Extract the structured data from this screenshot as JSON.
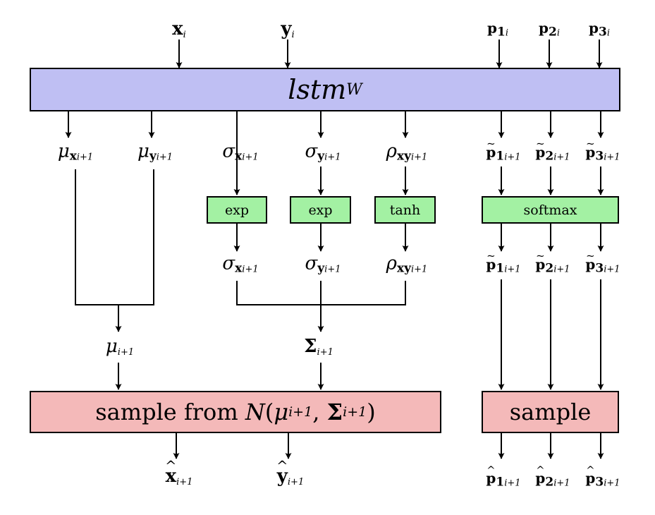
{
  "lstm": {
    "name": "lstm",
    "subscript": "W"
  },
  "inputs": [
    {
      "base": "x",
      "sub": "i"
    },
    {
      "base": "y",
      "sub": "i"
    },
    {
      "base": "p",
      "bsub": "1",
      "sub": "i"
    },
    {
      "base": "p",
      "bsub": "2",
      "sub": "i"
    },
    {
      "base": "p",
      "bsub": "3",
      "sub": "i"
    }
  ],
  "raw_outputs": [
    {
      "base": "μ",
      "bsub": "x",
      "sub": "i+1"
    },
    {
      "base": "μ",
      "bsub": "y",
      "sub": "i+1"
    },
    {
      "base": "σ",
      "bsub": "x",
      "sub": "i+1"
    },
    {
      "base": "σ",
      "bsub": "y",
      "sub": "i+1"
    },
    {
      "base": "ρ",
      "bsub": "xy",
      "sub": "i+1"
    },
    {
      "base": "p",
      "bsub": "1",
      "sub": "i+1"
    },
    {
      "base": "p",
      "bsub": "2",
      "sub": "i+1"
    },
    {
      "base": "p",
      "bsub": "3",
      "sub": "i+1"
    }
  ],
  "ops": {
    "exp_x": "exp",
    "exp_y": "exp",
    "tanh": "tanh",
    "softmax": "softmax"
  },
  "transformed": [
    {
      "base": "σ",
      "bsub": "x",
      "sub": "i+1"
    },
    {
      "base": "σ",
      "bsub": "y",
      "sub": "i+1"
    },
    {
      "base": "ρ",
      "bsub": "xy",
      "sub": "i+1"
    },
    {
      "base": "p",
      "bsub": "1",
      "sub": "i+1"
    },
    {
      "base": "p",
      "bsub": "2",
      "sub": "i+1"
    },
    {
      "base": "p",
      "bsub": "3",
      "sub": "i+1"
    }
  ],
  "mu": {
    "base": "μ",
    "sub": "i+1"
  },
  "sigma": {
    "base": "Σ",
    "sub": "i+1"
  },
  "sample_gaussian": {
    "prefix": "sample from ",
    "dist": "N",
    "mu": "μ",
    "mu_sub": "i+1",
    "sigma": "Σ",
    "sigma_sub": "i+1"
  },
  "sample_pen": "sample",
  "outputs": [
    {
      "base": "x",
      "sub": "i+1"
    },
    {
      "base": "y",
      "sub": "i+1"
    },
    {
      "base": "p",
      "bsub": "1",
      "sub": "i+1"
    },
    {
      "base": "p",
      "bsub": "2",
      "sub": "i+1"
    },
    {
      "base": "p",
      "bsub": "3",
      "sub": "i+1"
    }
  ]
}
